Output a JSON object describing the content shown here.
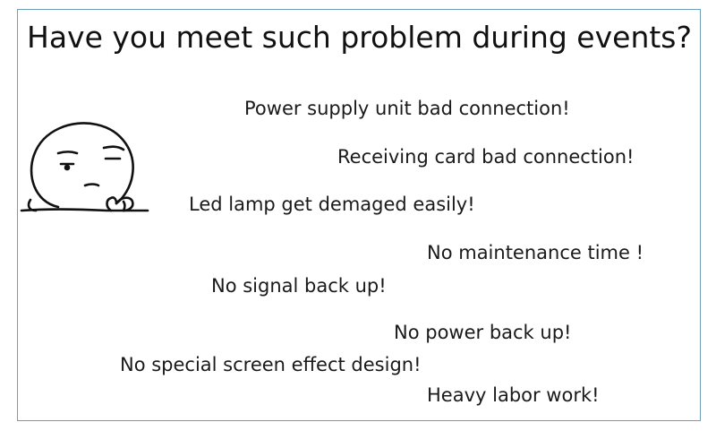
{
  "title": "Have you meet such problem during events?",
  "problems": [
    "Power supply unit bad connection!",
    "Receiving card bad connection!",
    "Led lamp get demaged easily!",
    "No maintenance time !",
    "No signal back up!",
    "No power back up!",
    "No special screen effect design!",
    "Heavy labor work!"
  ],
  "colors": {
    "frame_border": "#6f9fb8",
    "text": "#1a1a1a"
  },
  "icons": {
    "face": "thinking-face-icon"
  }
}
